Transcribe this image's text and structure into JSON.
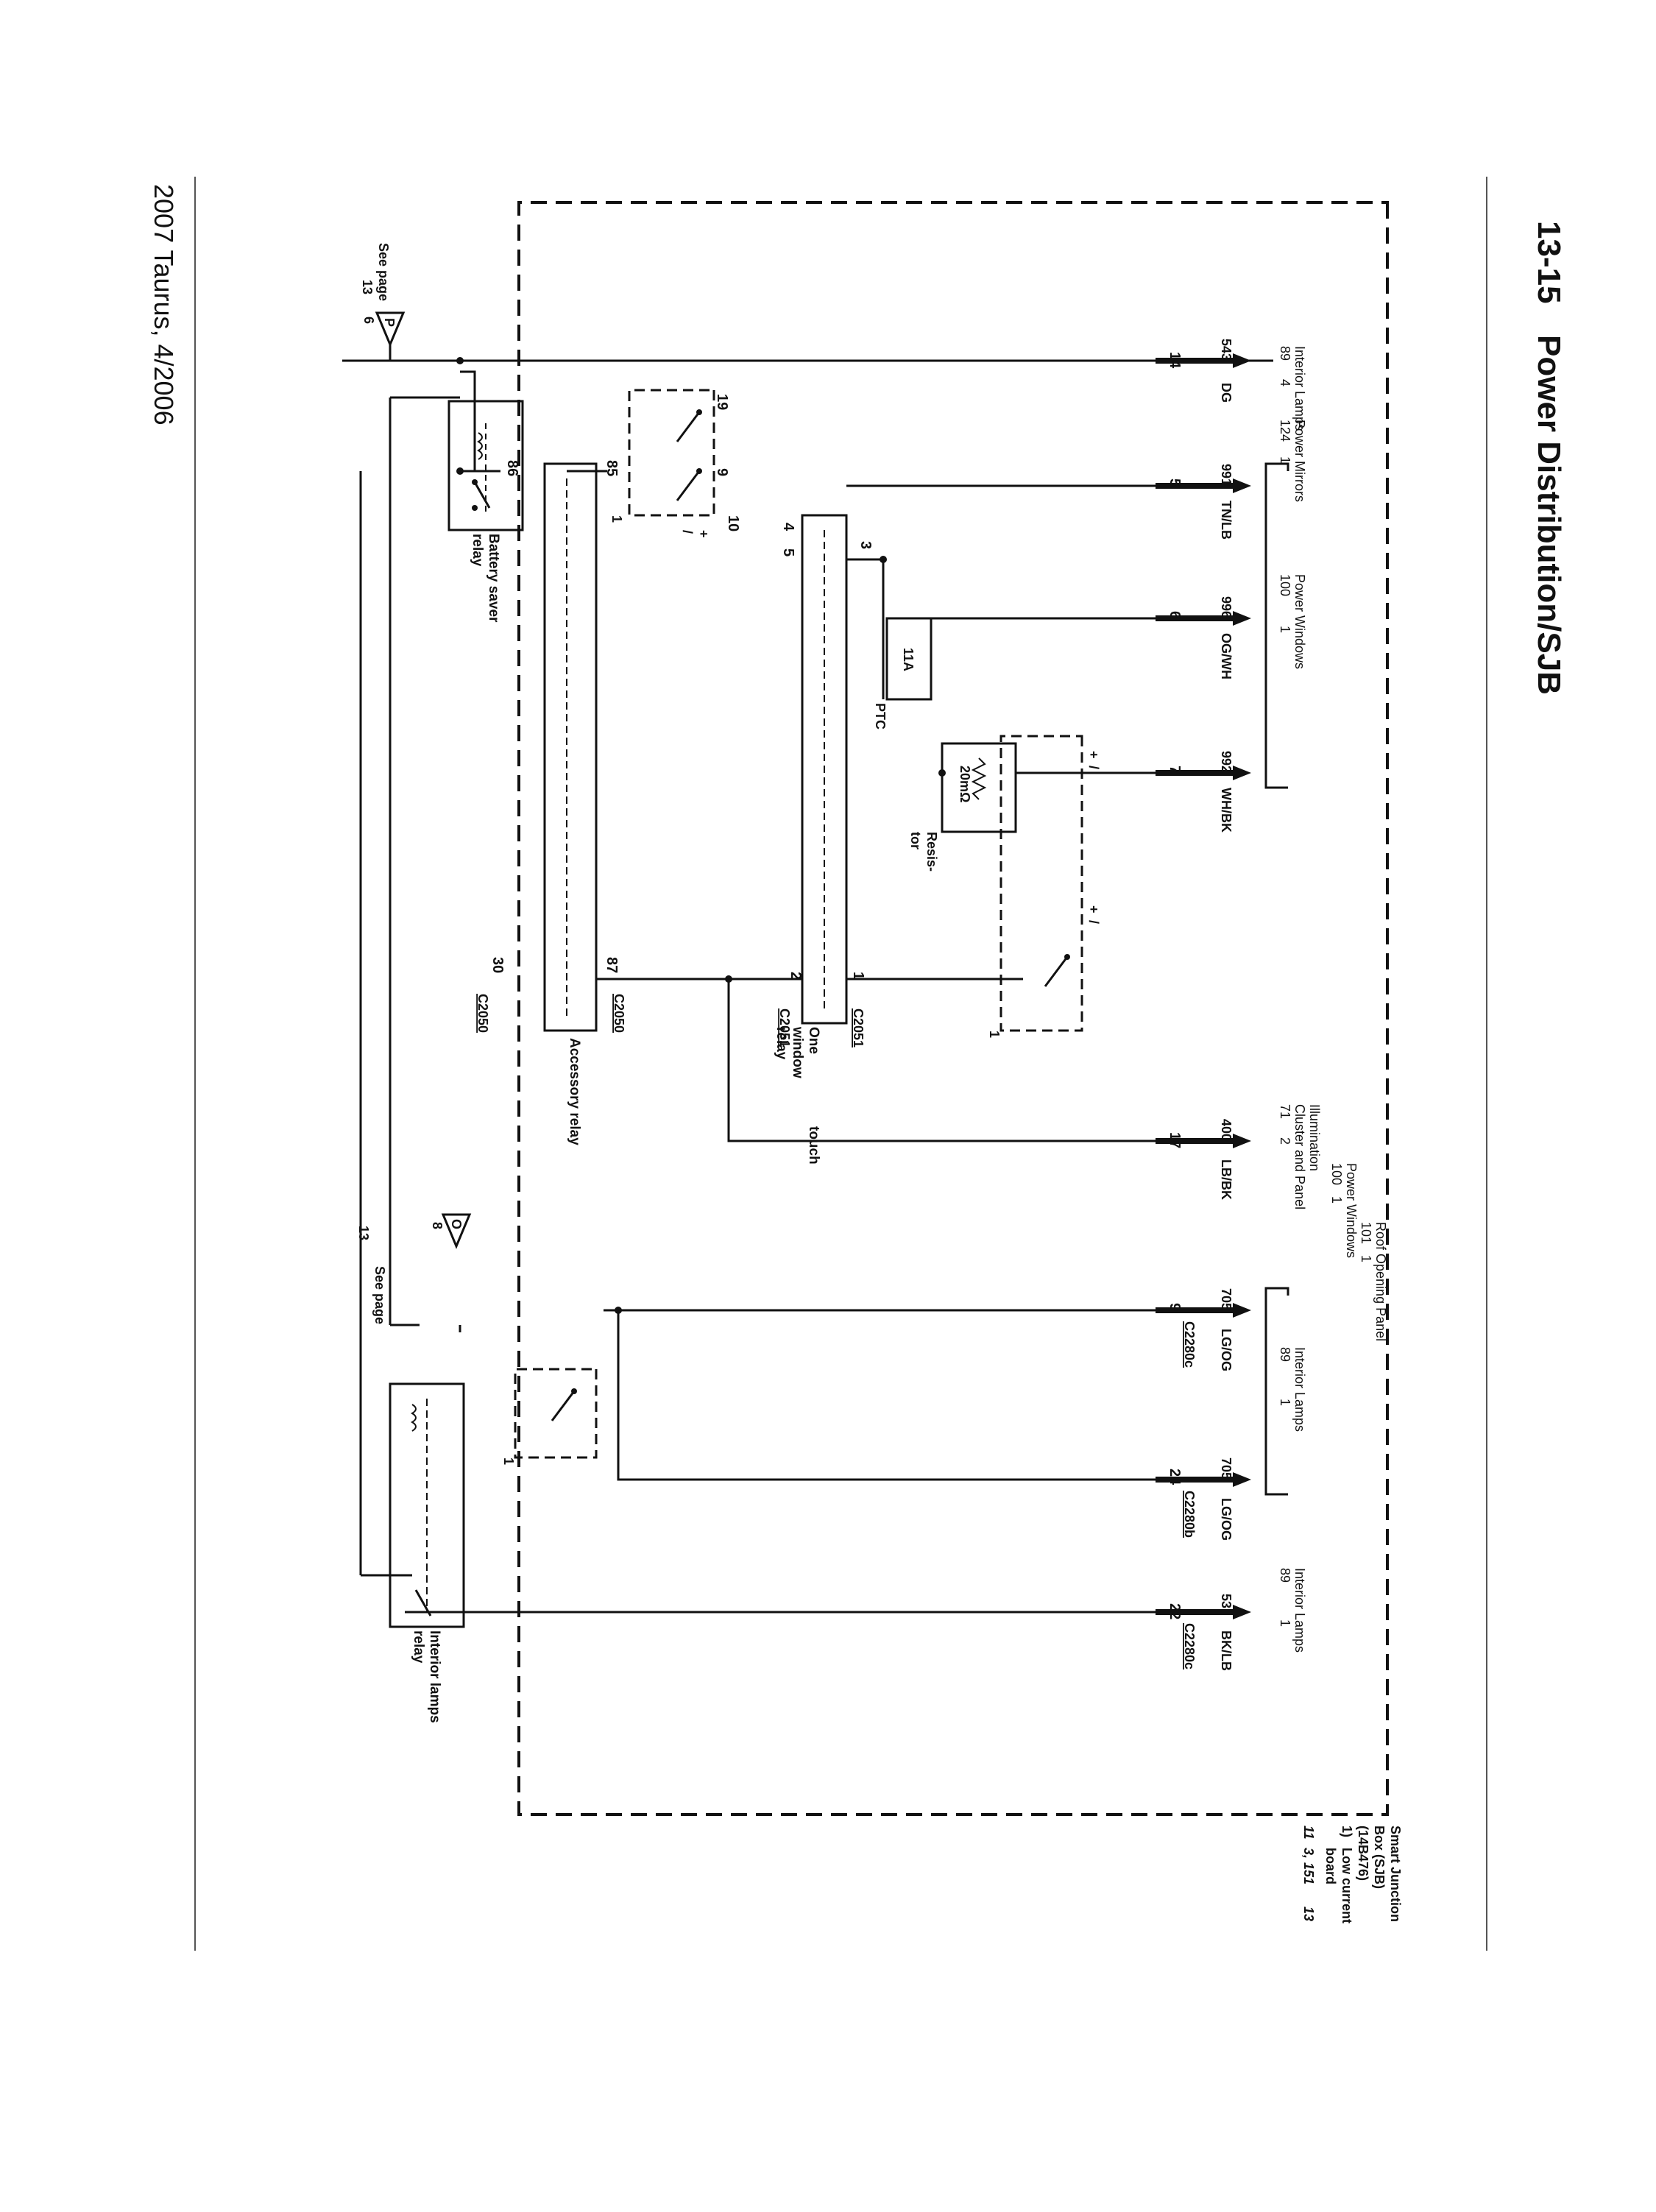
{
  "header": {
    "page_number": "13-15",
    "title": "Power Distribution/SJB"
  },
  "footer": {
    "model_date": "2007 Taurus, 4/2006"
  },
  "component": {
    "name_lines": [
      "Smart Junction",
      "Box (SJB)",
      "(14B476)"
    ],
    "item_number": "1)",
    "item_lines": [
      "Low current",
      "board"
    ],
    "refs": [
      "11",
      "3, 151",
      "13"
    ]
  },
  "page_refs": {
    "left": {
      "lines": [
        "See page",
        "13"
      ],
      "symbol": "P",
      "pin": "6"
    },
    "right": {
      "lines": [
        "See page",
        "13"
      ],
      "symbol": "O",
      "pin": "8"
    }
  },
  "relays": {
    "battery_saver": {
      "label": [
        "Battery saver",
        "relay"
      ],
      "pins": [
        "86"
      ]
    },
    "accessory": {
      "label": "Accessory relay",
      "pins": [
        "85",
        "86",
        "87",
        "30"
      ],
      "connectors": [
        "C2050",
        "C2050"
      ]
    },
    "one_touch": {
      "label": [
        "One",
        "touch",
        "window",
        "relay"
      ],
      "pins": [
        "1",
        "2",
        "3",
        "4",
        "5"
      ],
      "connectors": [
        "C2051",
        "C2051"
      ]
    },
    "interior_lamps": {
      "label": [
        "Interior lamps",
        "relay"
      ]
    }
  },
  "switches": {
    "sw1": {
      "pins": [
        "19",
        "9",
        "10"
      ],
      "signs": [
        "+",
        "/"
      ],
      "ref": "1"
    },
    "sw2": {
      "signs": [
        "+",
        "/",
        "+",
        "/"
      ],
      "ref": "1"
    },
    "sw3": {
      "ref": "1"
    }
  },
  "ptc": {
    "value": "11A",
    "label": "PTC"
  },
  "resistor": {
    "value": "20mΩ",
    "label": [
      "Resis-",
      "tor"
    ]
  },
  "outputs": [
    {
      "pin": "14",
      "circuit": "543",
      "color": "DG",
      "connector": "",
      "dests": [
        [
          "89",
          "4",
          "Interior Lamps"
        ],
        [
          "124",
          "1",
          "Power Mirrors"
        ]
      ]
    },
    {
      "pin": "5",
      "circuit": "991",
      "color": "TN/LB",
      "connector": "",
      "dests": []
    },
    {
      "pin": "6",
      "circuit": "996",
      "color": "OG/WH",
      "connector": "",
      "dests": [
        [
          "100",
          "1",
          "Power Windows"
        ]
      ]
    },
    {
      "pin": "7",
      "circuit": "992",
      "color": "WH/BK",
      "connector": "",
      "dests": []
    },
    {
      "pin": "17",
      "circuit": "400",
      "color": "LB/BK",
      "connector": "",
      "dests": [
        [
          "71",
          "2",
          "Cluster and Panel",
          "Illumination"
        ],
        [
          "100",
          "1",
          "Power Windows"
        ],
        [
          "101",
          "1",
          "Roof Opening Panel"
        ]
      ]
    },
    {
      "pin": "9",
      "circuit": "705",
      "color": "LG/OG",
      "connector": "C2280c",
      "dests": [
        [
          "89",
          "1",
          "Interior Lamps"
        ]
      ]
    },
    {
      "pin": "24",
      "circuit": "705",
      "color": "LG/OG",
      "connector": "C2280b",
      "dests": []
    },
    {
      "pin": "22",
      "circuit": "53",
      "color": "BK/LB",
      "connector": "C2280c",
      "dests": [
        [
          "89",
          "1",
          "Interior Lamps"
        ]
      ]
    }
  ]
}
